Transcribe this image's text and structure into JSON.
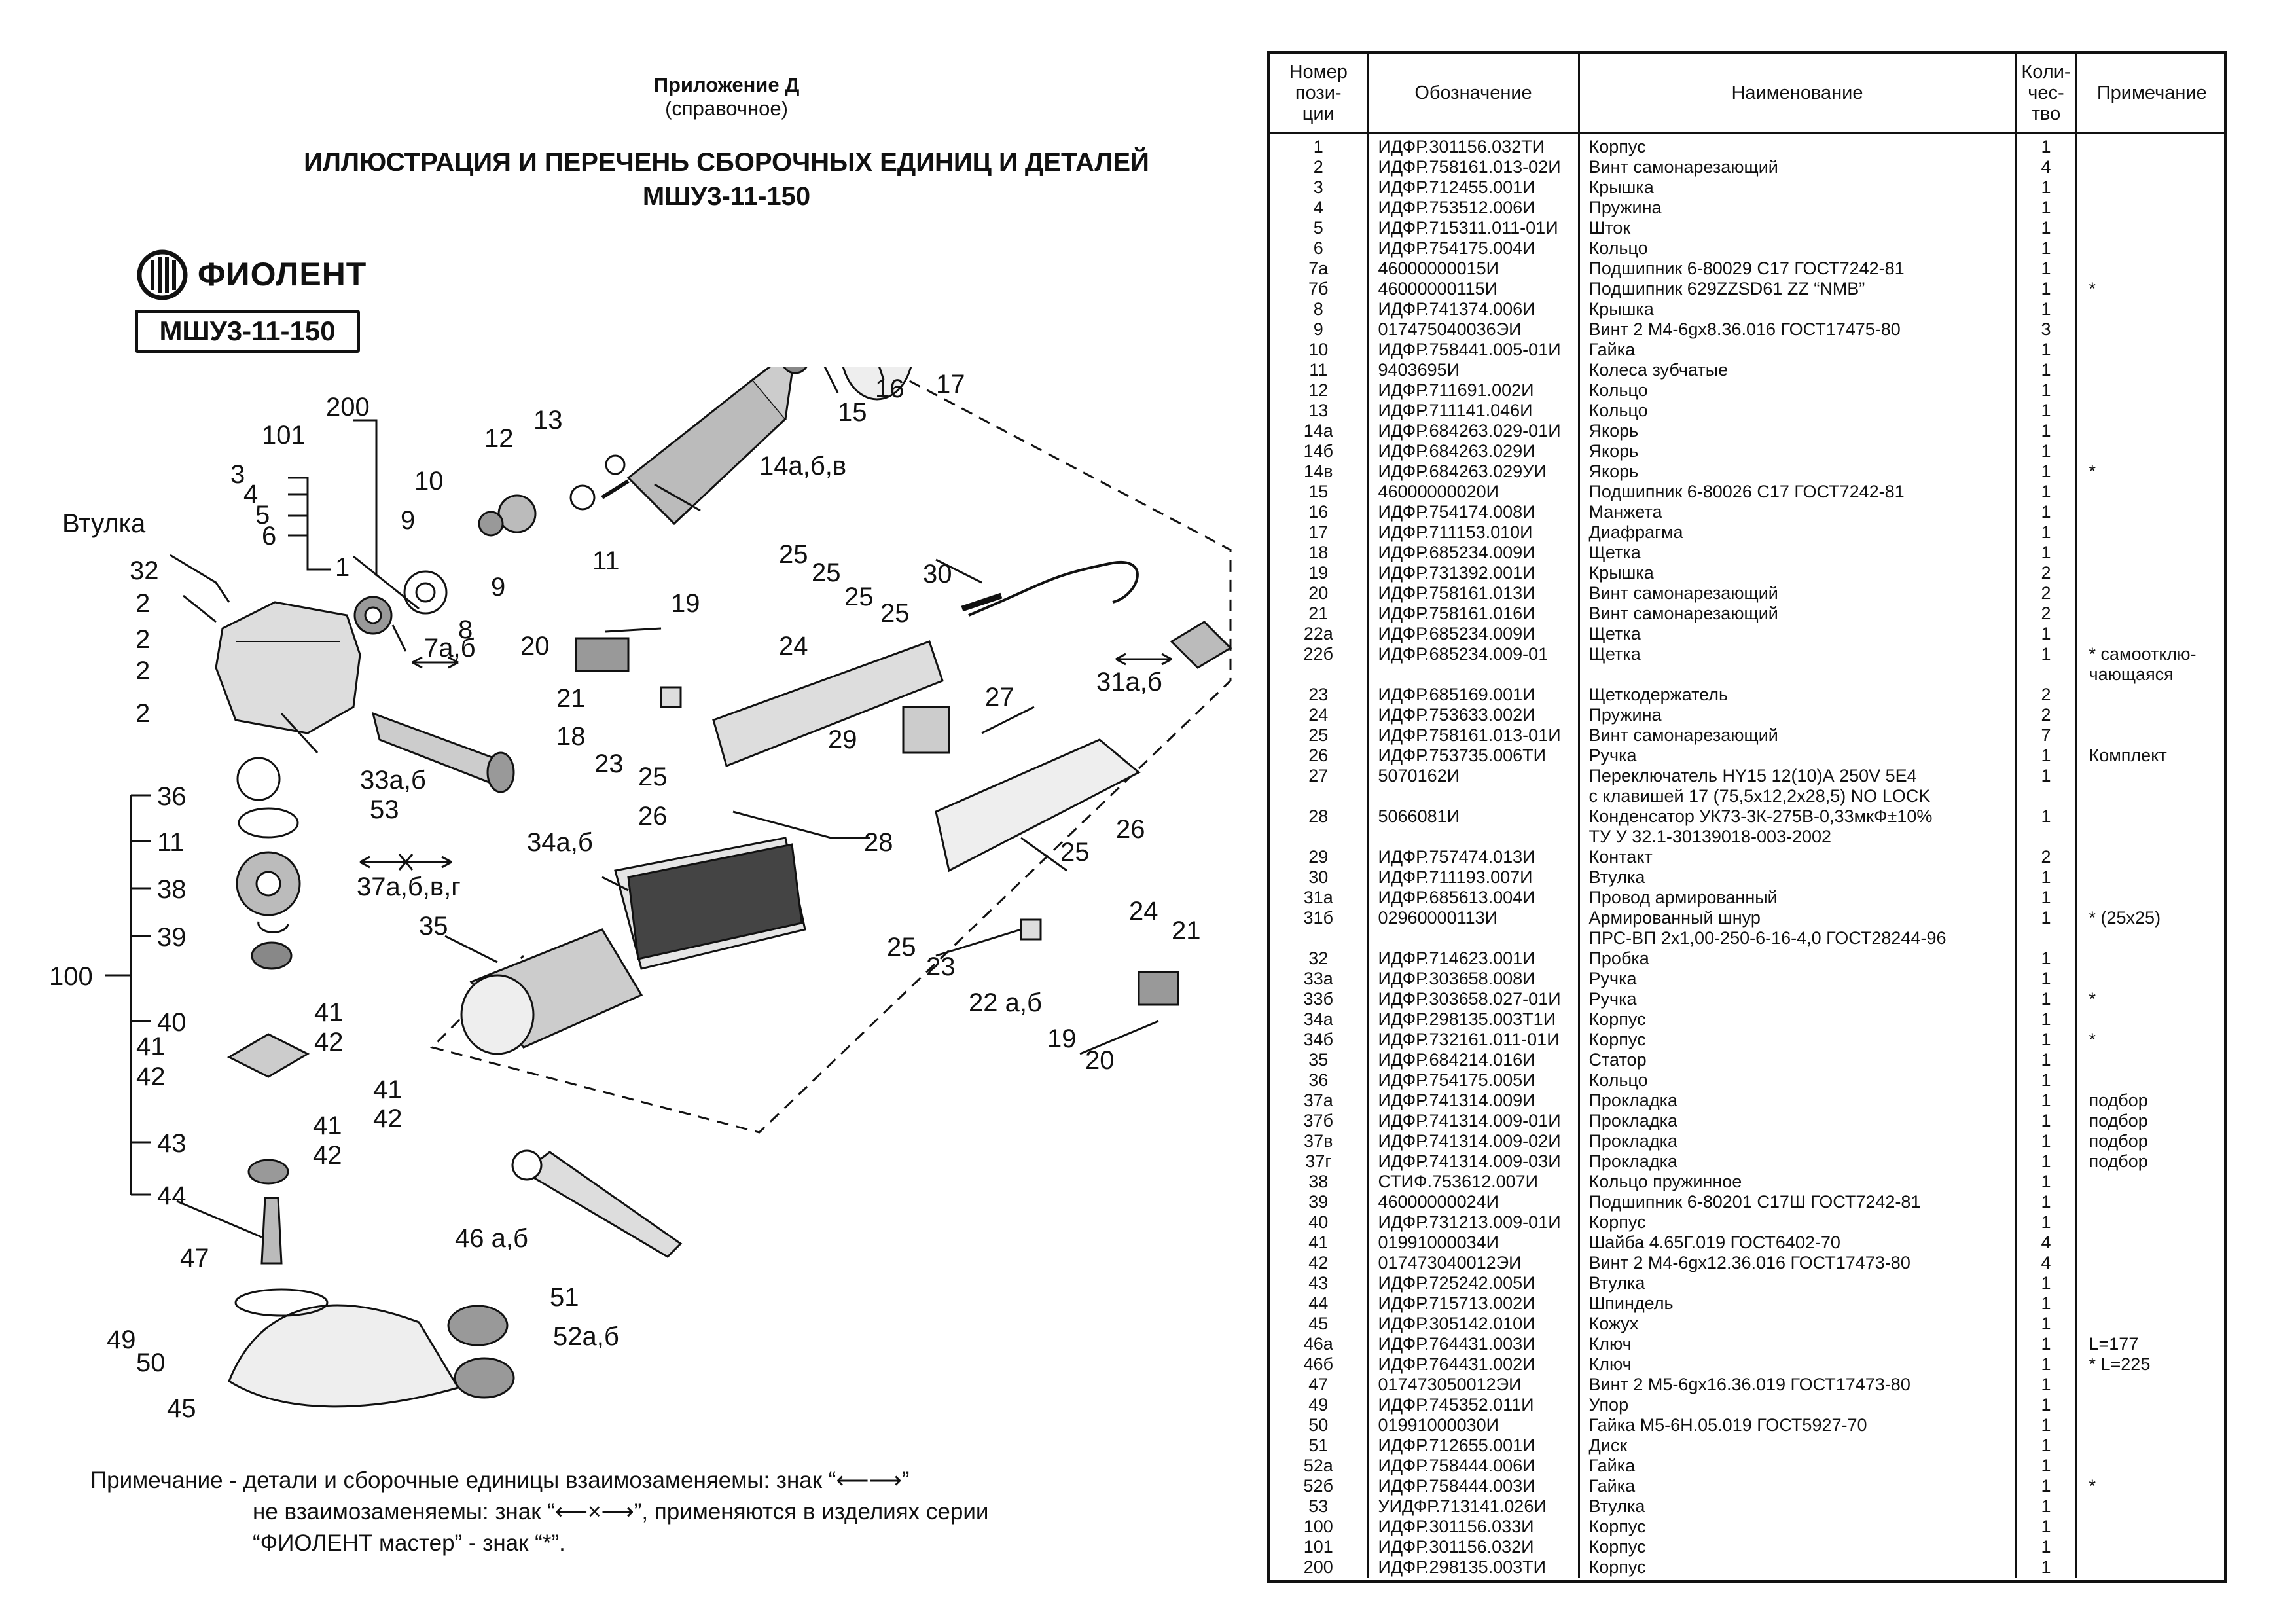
{
  "header": {
    "appendix": "Приложение Д",
    "appendix_note": "(справочное)",
    "title_line1": "ИЛЛЮСТРАЦИЯ И ПЕРЕЧЕНЬ СБОРОЧНЫХ ЕДИНИЦ И ДЕТАЛЕЙ",
    "title_line2": "МШУ3-11-150"
  },
  "brand": {
    "logo_text": "ФИОЛЕНТ",
    "model": "МШУ3-11-150"
  },
  "callouts": {
    "c200": "200",
    "c101": "101",
    "c3": "3",
    "c4": "4",
    "c5": "5",
    "c6": "6",
    "c1": "1",
    "vtulka": "Втулка",
    "c32": "32",
    "c2": "2",
    "c7ab": "7а,б",
    "c8": "8",
    "c9a": "9",
    "c9b": "9",
    "c10": "10",
    "c11a": "11",
    "c12": "12",
    "c13": "13",
    "c14": "14а,б,в",
    "c15": "15",
    "c16": "16",
    "c17": "17",
    "c19": "19",
    "c20": "20",
    "c21": "21",
    "c18": "18",
    "c23": "23",
    "c25": "25",
    "c24": "24",
    "c26": "26",
    "c27": "27",
    "c28": "28",
    "c29": "29",
    "c30": "30",
    "c31": "31а,б",
    "c33": "33а,б",
    "c53": "53",
    "c34": "34а,б",
    "c35": "35",
    "c36": "36",
    "c11": "11",
    "c37": "37а,б,в,г",
    "c38": "38",
    "c39": "39",
    "c100": "100",
    "c40": "40",
    "c41": "41",
    "c42": "42",
    "c43": "43",
    "c44": "44",
    "c45": "45",
    "c46": "46 а,б",
    "c47": "47",
    "c49": "49",
    "c50": "50",
    "c51": "51",
    "c52": "52а,б",
    "c22": "22 а,б"
  },
  "note": {
    "line1": "Примечание - детали и сборочные единицы взаимозаменяемы: знак “⟵⟶”",
    "line2": "не взаимозаменяемы: знак “⟵×⟶”, применяются в изделиях серии",
    "line3": "“ФИОЛЕНТ мастер” - знак “*”."
  },
  "table": {
    "headers": [
      "Номер позиции",
      "Обозначение",
      "Наименование",
      "Количество",
      "Примечание"
    ],
    "rows": [
      [
        "1",
        "ИДФР.301156.032ТИ",
        "Корпус",
        "1",
        ""
      ],
      [
        "2",
        "ИДФР.758161.013-02И",
        "Винт самонарезающий",
        "4",
        ""
      ],
      [
        "3",
        "ИДФР.712455.001И",
        "Крышка",
        "1",
        ""
      ],
      [
        "4",
        "ИДФР.753512.006И",
        "Пружина",
        "1",
        ""
      ],
      [
        "5",
        "ИДФР.715311.011-01И",
        "Шток",
        "1",
        ""
      ],
      [
        "6",
        "ИДФР.754175.004И",
        "Кольцо",
        "1",
        ""
      ],
      [
        "7а",
        "46000000015И",
        "Подшипник 6-80029 С17 ГОСТ7242-81",
        "1",
        ""
      ],
      [
        "7б",
        "46000000115И",
        "Подшипник 629ZZSD61 ZZ “NMB”",
        "1",
        "*"
      ],
      [
        "8",
        "ИДФР.741374.006И",
        "Крышка",
        "1",
        ""
      ],
      [
        "9",
        "017475040036ЭИ",
        "Винт 2 М4-6gх8.36.016 ГОСТ17475-80",
        "3",
        ""
      ],
      [
        "10",
        "ИДФР.758441.005-01И",
        "Гайка",
        "1",
        ""
      ],
      [
        "11",
        "9403695И",
        "Колеса зубчатые",
        "1",
        ""
      ],
      [
        "12",
        "ИДФР.711691.002И",
        "Кольцо",
        "1",
        ""
      ],
      [
        "13",
        "ИДФР.711141.046И",
        "Кольцо",
        "1",
        ""
      ],
      [
        "14а",
        "ИДФР.684263.029-01И",
        "Якорь",
        "1",
        ""
      ],
      [
        "14б",
        "ИДФР.684263.029И",
        "Якорь",
        "1",
        ""
      ],
      [
        "14в",
        "ИДФР.684263.029УИ",
        "Якорь",
        "1",
        "*"
      ],
      [
        "15",
        "46000000020И",
        "Подшипник 6-80026 С17 ГОСТ7242-81",
        "1",
        ""
      ],
      [
        "16",
        "ИДФР.754174.008И",
        "Манжета",
        "1",
        ""
      ],
      [
        "17",
        "ИДФР.711153.010И",
        "Диафрагма",
        "1",
        ""
      ],
      [
        "18",
        "ИДФР.685234.009И",
        "Щетка",
        "1",
        ""
      ],
      [
        "19",
        "ИДФР.731392.001И",
        "Крышка",
        "2",
        ""
      ],
      [
        "20",
        "ИДФР.758161.013И",
        "Винт самонарезающий",
        "2",
        ""
      ],
      [
        "21",
        "ИДФР.758161.016И",
        "Винт самонарезающий",
        "2",
        ""
      ],
      [
        "22а",
        "ИДФР.685234.009И",
        "Щетка",
        "1",
        ""
      ],
      [
        "22б",
        "ИДФР.685234.009-01",
        "Щетка",
        "1",
        "* самоотклю-"
      ],
      [
        "",
        "",
        "",
        "",
        "чающаяся"
      ],
      [
        "23",
        "ИДФР.685169.001И",
        "Щеткодержатель",
        "2",
        ""
      ],
      [
        "24",
        "ИДФР.753633.002И",
        "Пружина",
        "2",
        ""
      ],
      [
        "25",
        "ИДФР.758161.013-01И",
        "Винт самонарезающий",
        "7",
        ""
      ],
      [
        "26",
        "ИДФР.753735.006ТИ",
        "Ручка",
        "1",
        "Комплект"
      ],
      [
        "27",
        "5070162И",
        "Переключатель HY15 12(10)А 250V 5Е4",
        "1",
        ""
      ],
      [
        "",
        "",
        "с клавишей 17 (75,5х12,2х28,5) NO LOCK",
        "",
        ""
      ],
      [
        "28",
        "5066081И",
        "Конденсатор УК73-3К-275В-0,33мкФ±10%",
        "1",
        ""
      ],
      [
        "",
        "",
        "ТУ У 32.1-30139018-003-2002",
        "",
        ""
      ],
      [
        "29",
        "ИДФР.757474.013И",
        "Контакт",
        "2",
        ""
      ],
      [
        "30",
        "ИДФР.711193.007И",
        "Втулка",
        "1",
        ""
      ],
      [
        "31а",
        "ИДФР.685613.004И",
        "Провод армированный",
        "1",
        ""
      ],
      [
        "31б",
        "02960000113И",
        "Армированный шнур",
        "1",
        "* (25х25)"
      ],
      [
        "",
        "",
        "ПРС-ВП 2х1,00-250-6-16-4,0 ГОСТ28244-96",
        "",
        ""
      ],
      [
        "32",
        "ИДФР.714623.001И",
        "Пробка",
        "1",
        ""
      ],
      [
        "33а",
        "ИДФР.303658.008И",
        "Ручка",
        "1",
        ""
      ],
      [
        "33б",
        "ИДФР.303658.027-01И",
        "Ручка",
        "1",
        "*"
      ],
      [
        "34а",
        "ИДФР.298135.003Т1И",
        "Корпус",
        "1",
        ""
      ],
      [
        "34б",
        "ИДФР.732161.011-01И",
        "Корпус",
        "1",
        "*"
      ],
      [
        "35",
        "ИДФР.684214.016И",
        "Статор",
        "1",
        ""
      ],
      [
        "36",
        "ИДФР.754175.005И",
        "Кольцо",
        "1",
        ""
      ],
      [
        "37а",
        "ИДФР.741314.009И",
        "Прокладка",
        "1",
        "подбор"
      ],
      [
        "37б",
        "ИДФР.741314.009-01И",
        "Прокладка",
        "1",
        "подбор"
      ],
      [
        "37в",
        "ИДФР.741314.009-02И",
        "Прокладка",
        "1",
        "подбор"
      ],
      [
        "37г",
        "ИДФР.741314.009-03И",
        "Прокладка",
        "1",
        "подбор"
      ],
      [
        "38",
        "СТИФ.753612.007И",
        "Кольцо пружинное",
        "1",
        ""
      ],
      [
        "39",
        "46000000024И",
        "Подшипник 6-80201 С17Ш ГОСТ7242-81",
        "1",
        ""
      ],
      [
        "40",
        "ИДФР.731213.009-01И",
        "Корпус",
        "1",
        ""
      ],
      [
        "41",
        "01991000034И",
        "Шайба 4.65Г.019 ГОСТ6402-70",
        "4",
        ""
      ],
      [
        "42",
        "017473040012ЭИ",
        "Винт 2 М4-6gх12.36.016 ГОСТ17473-80",
        "4",
        ""
      ],
      [
        "43",
        "ИДФР.725242.005И",
        "Втулка",
        "1",
        ""
      ],
      [
        "44",
        "ИДФР.715713.002И",
        "Шпиндель",
        "1",
        ""
      ],
      [
        "45",
        "ИДФР.305142.010И",
        "Кожух",
        "1",
        ""
      ],
      [
        "46а",
        "ИДФР.764431.003И",
        "Ключ",
        "1",
        "  L=177"
      ],
      [
        "46б",
        "ИДФР.764431.002И",
        "Ключ",
        "1",
        "* L=225"
      ],
      [
        "47",
        "017473050012ЭИ",
        "Винт 2 М5-6gх16.36.019 ГОСТ17473-80",
        "1",
        ""
      ],
      [
        "49",
        "ИДФР.745352.011И",
        "Упор",
        "1",
        ""
      ],
      [
        "50",
        "01991000030И",
        "Гайка М5-6Н.05.019 ГОСТ5927-70",
        "1",
        ""
      ],
      [
        "51",
        "ИДФР.712655.001И",
        "Диск",
        "1",
        ""
      ],
      [
        "52а",
        "ИДФР.758444.006И",
        "Гайка",
        "1",
        ""
      ],
      [
        "52б",
        "ИДФР.758444.003И",
        "Гайка",
        "1",
        "*"
      ],
      [
        "53",
        "УИДФР.713141.026И",
        "Втулка",
        "1",
        ""
      ],
      [
        "100",
        "ИДФР.301156.033И",
        "Корпус",
        "1",
        ""
      ],
      [
        "101",
        "ИДФР.301156.032И",
        "Корпус",
        "1",
        ""
      ],
      [
        "200",
        "ИДФР.298135.003ТИ",
        "Корпус",
        "1",
        ""
      ]
    ]
  }
}
